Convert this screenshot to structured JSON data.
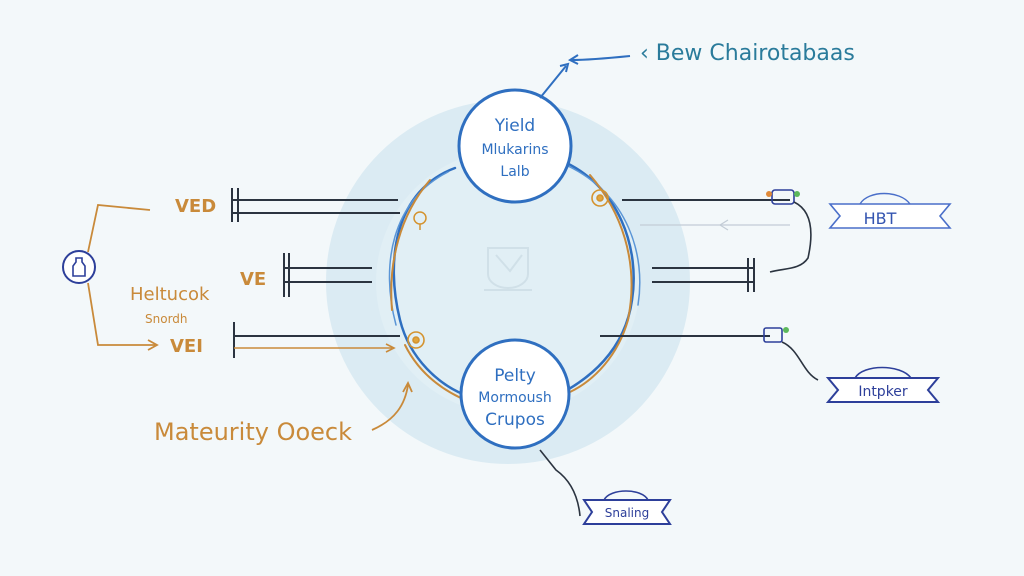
{
  "header_label": "‹ Bew Chairotabaas",
  "top_node": {
    "lines": [
      "Yield",
      "Mlukarins",
      "Lalb"
    ]
  },
  "bottom_node": {
    "lines": [
      "Pelty",
      "Mormoush",
      "Crupos"
    ]
  },
  "left_labels": {
    "row1": "VED",
    "row2": "VE",
    "row3": "VEI",
    "side_title": "Heltucok",
    "side_subtitle": "Snordh",
    "cycle_caption": "Mateurity Ooeck"
  },
  "right_labels": {
    "banner_top": "HBT",
    "banner_mid": "Intpker",
    "banner_bottom": "Snaling"
  },
  "colors": {
    "blue": "#2f6fc0",
    "orange": "#c98a3a",
    "dark": "#2b3440",
    "navy": "#2d3f9a",
    "halo": "#d3e8f0"
  },
  "icons": [
    "bottle-icon",
    "cup-watermark-icon",
    "flower-icon",
    "bulb-icon",
    "tag-icon",
    "key-icon"
  ]
}
